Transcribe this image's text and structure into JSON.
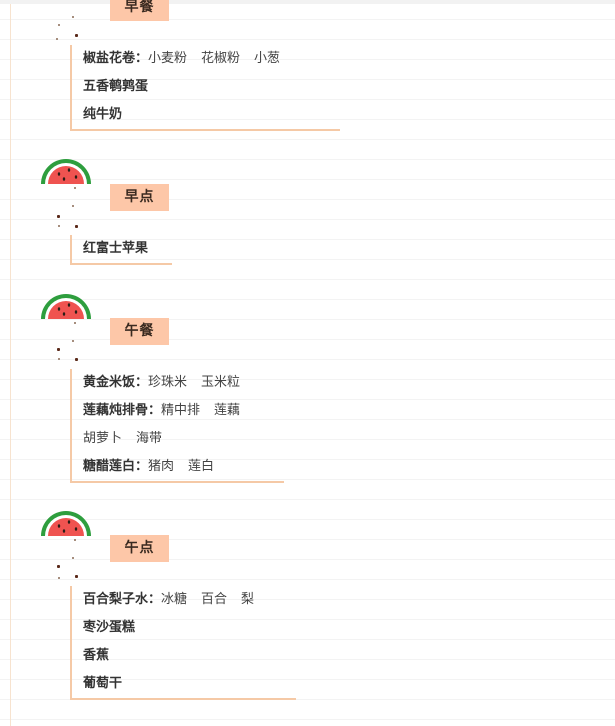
{
  "sections": [
    {
      "label": "早餐",
      "items": [
        {
          "dish": "椒盐花卷：",
          "ingredients": [
            "小麦粉",
            "花椒粉",
            "小葱"
          ]
        },
        {
          "dish": "五香鹌鹑蛋",
          "ingredients": []
        },
        {
          "dish": "纯牛奶",
          "ingredients": []
        }
      ]
    },
    {
      "label": "早点",
      "items": [
        {
          "dish": "红富士苹果",
          "ingredients": []
        }
      ]
    },
    {
      "label": "午餐",
      "items": [
        {
          "dish": "黄金米饭：",
          "ingredients": [
            "珍珠米",
            "玉米粒"
          ]
        },
        {
          "dish": "莲藕炖排骨：",
          "ingredients": [
            "精中排",
            "莲藕"
          ]
        },
        {
          "dish": "",
          "ingredients": [
            "胡萝卜",
            "海带"
          ]
        },
        {
          "dish": "糖醋莲白：",
          "ingredients": [
            "猪肉",
            "莲白"
          ]
        }
      ]
    },
    {
      "label": "午点",
      "items": [
        {
          "dish": "百合梨子水：",
          "ingredients": [
            "冰糖",
            "百合",
            "梨"
          ]
        },
        {
          "dish": "枣沙蛋糕",
          "ingredients": []
        },
        {
          "dish": "香蕉",
          "ingredients": []
        },
        {
          "dish": "葡萄干",
          "ingredients": []
        }
      ]
    }
  ],
  "colors": {
    "label_bg": "#fdc7a8",
    "border": "#f5c9a6",
    "melon_red": "#ef5350",
    "melon_rind": "#2e9e3e"
  },
  "icons": [
    "watermelon-icon"
  ]
}
